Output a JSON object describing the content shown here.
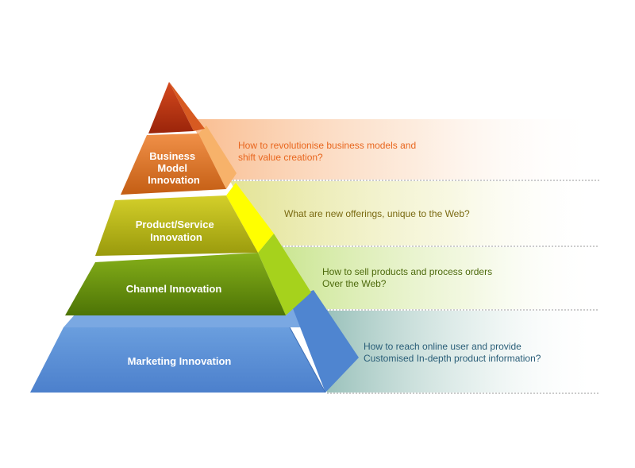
{
  "tiers": [
    {
      "id": "business",
      "label_lines": [
        "Business",
        "Model",
        "Innovation"
      ],
      "question_lines": [
        "How to revolutionise business models and",
        "shift value creation?"
      ],
      "text_color": "#e8661e",
      "front_color": "#e07b2c",
      "side_color": "#f5b36b",
      "band_color": "#f7a66a"
    },
    {
      "id": "product",
      "label_lines": [
        "Product/Service",
        "Innovation"
      ],
      "question_lines": [
        "What are new offerings, unique to the Web?"
      ],
      "text_color": "#7a6a12",
      "front_color": "#b8b519",
      "side_color": "#ffff00",
      "band_color": "#dfe08a"
    },
    {
      "id": "channel",
      "label_lines": [
        "Channel Innovation"
      ],
      "question_lines": [
        "How to sell products and process orders",
        "Over the Web?"
      ],
      "text_color": "#4d6a0c",
      "front_color": "#6f9a10",
      "side_color": "#a9d61c",
      "band_color": "#cfe48f"
    },
    {
      "id": "marketing",
      "label_lines": [
        "Marketing Innovation"
      ],
      "question_lines": [
        "How to reach online user and provide",
        "Customised In-depth product information?"
      ],
      "text_color": "#2a5e78",
      "front_color": "#5b8fd6",
      "side_color": "#4a7fcf",
      "band_color": "#9cc3bf"
    }
  ],
  "apex": {
    "front_color": "#b8300f",
    "side_color": "#d9591e"
  }
}
